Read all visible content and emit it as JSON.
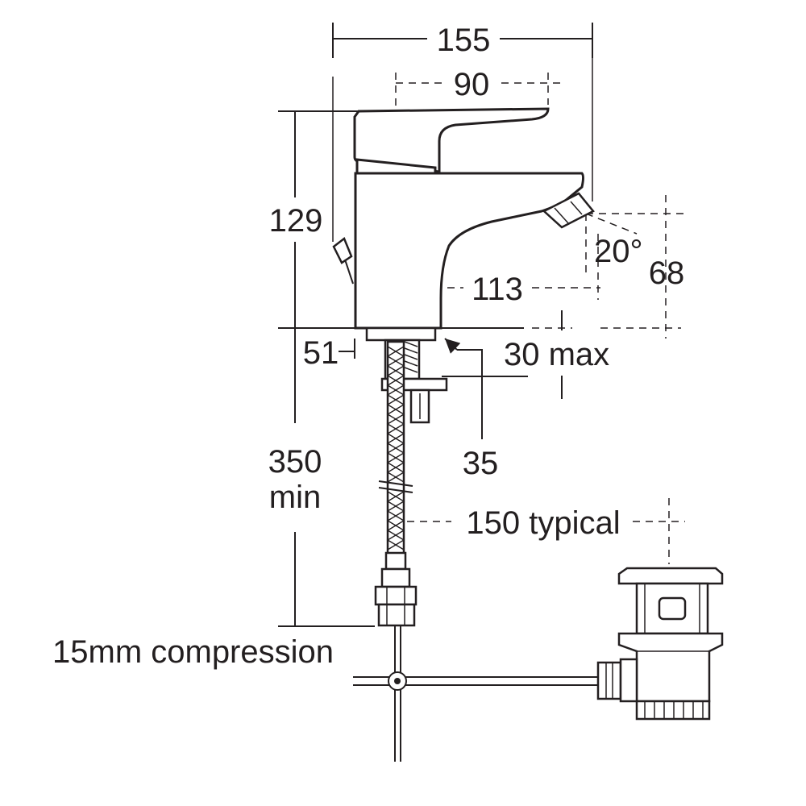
{
  "dimensions": {
    "overall_width": "155",
    "handle_width": "90",
    "height": "129",
    "angle": "20°",
    "spout_height": "68",
    "spout_reach": "113",
    "base_offset": "51",
    "deck_thickness": "30 max",
    "tail_offset": "35",
    "tail_length_value": "350",
    "tail_length_unit": "min",
    "waste_distance": "150 typical",
    "connection": "15mm compression"
  }
}
